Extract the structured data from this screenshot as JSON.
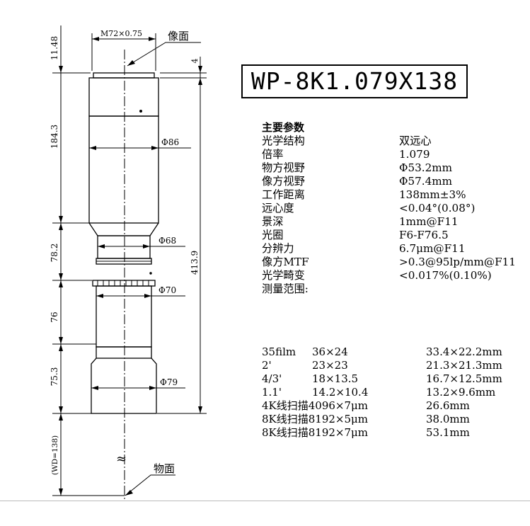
{
  "title": "WP-8K1.079X138",
  "drawing": {
    "top_label": "M72×0.75",
    "image_plane_label": "像面",
    "object_plane_label": "物面",
    "left_dims": [
      "11.48",
      "184.3",
      "78.2",
      "76",
      "75.3",
      "(WD=138)"
    ],
    "right_dims": [
      "4",
      "413.9"
    ],
    "diameters": [
      "Φ86",
      "Φ68",
      "Φ70",
      "Φ79"
    ],
    "break_mark": "≈"
  },
  "params": {
    "heading": "主要参数",
    "rows": [
      {
        "k": "光学结构",
        "v": "双远心"
      },
      {
        "k": "倍率",
        "v": "1.079"
      },
      {
        "k": "物方视野",
        "v": "Φ53.2mm"
      },
      {
        "k": "像方视野",
        "v": "Φ57.4mm"
      },
      {
        "k": "工作距离",
        "v": "138mm±3%"
      },
      {
        "k": "远心度",
        "v": "<0.04°(0.08°)"
      },
      {
        "k": "景深",
        "v": "1mm@F11"
      },
      {
        "k": "光圈",
        "v": "F6-F76.5"
      },
      {
        "k": "分辨力",
        "v": "6.7μm@F11"
      },
      {
        "k": "像方MTF",
        "v": ">0.3@95lp/mm@F11"
      },
      {
        "k": "光学畸变",
        "v": "<0.017%(0.10%)"
      },
      {
        "k": "测量范围:",
        "v": ""
      }
    ]
  },
  "formats": [
    {
      "a": "35film",
      "b": "36×24",
      "c": "33.4×22.2mm"
    },
    {
      "a": "2'",
      "b": "23×23",
      "c": "21.3×21.3mm"
    },
    {
      "a": "4/3'",
      "b": "18×13.5",
      "c": "16.7×12.5mm"
    },
    {
      "a": "1.1'",
      "b": "14.2×10.4",
      "c": "13.2×9.6mm"
    },
    {
      "a": "4K线扫描4096×7μm",
      "b": "",
      "c": "26.6mm"
    },
    {
      "a": "8K线扫描8192×5μm",
      "b": "",
      "c": "38.0mm"
    },
    {
      "a": "8K线扫描8192×7μm",
      "b": "",
      "c": "53.1mm"
    }
  ]
}
